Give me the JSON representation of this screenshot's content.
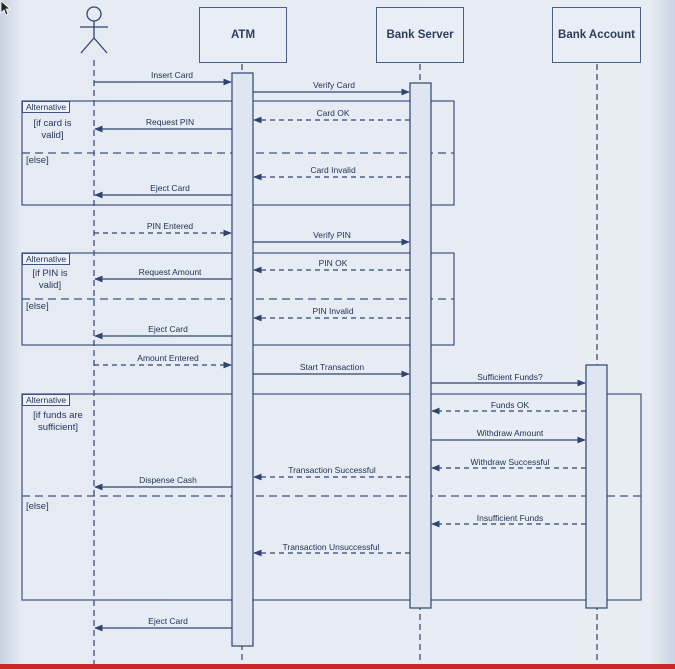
{
  "participants": {
    "atm": "ATM",
    "bank_server": "Bank Server",
    "bank_account": "Bank Account"
  },
  "fragments": {
    "card_check": {
      "tag": "Alternative",
      "guard_if": "[if card is valid]",
      "guard_else": "[else]"
    },
    "pin_check": {
      "tag": "Alternative",
      "guard_if": "[if PIN is valid]",
      "guard_else": "[else]"
    },
    "funds_check": {
      "tag": "Alternative",
      "guard_if": "[if funds are sufficient]",
      "guard_else": "[else]"
    }
  },
  "messages": {
    "insert_card": "Insert Card",
    "verify_card": "Verify Card",
    "card_ok": "Card OK",
    "request_pin": "Request PIN",
    "card_invalid": "Card Invalid",
    "eject_card_1": "Eject Card",
    "pin_entered": "PIN Entered",
    "verify_pin": "Verify PIN",
    "pin_ok": "PIN OK",
    "request_amount": "Request Amount",
    "pin_invalid": "PIN Invalid",
    "eject_card_2": "Eject Card",
    "amount_entered": "Amount Entered",
    "start_transaction": "Start Transaction",
    "sufficient_funds": "Sufficient Funds?",
    "funds_ok": "Funds OK",
    "withdraw_amount": "Withdraw Amount",
    "withdraw_successful": "Withdraw Successful",
    "transaction_successful": "Transaction Successful",
    "dispense_cash": "Dispense Cash",
    "insufficient_funds": "Insufficient Funds",
    "transaction_unsuccessful": "Transaction Unsuccessful",
    "eject_card_3": "Eject Card"
  },
  "colors": {
    "line": "#2f4470",
    "frame": "#3f5380",
    "accent_bar": "#c62828"
  }
}
